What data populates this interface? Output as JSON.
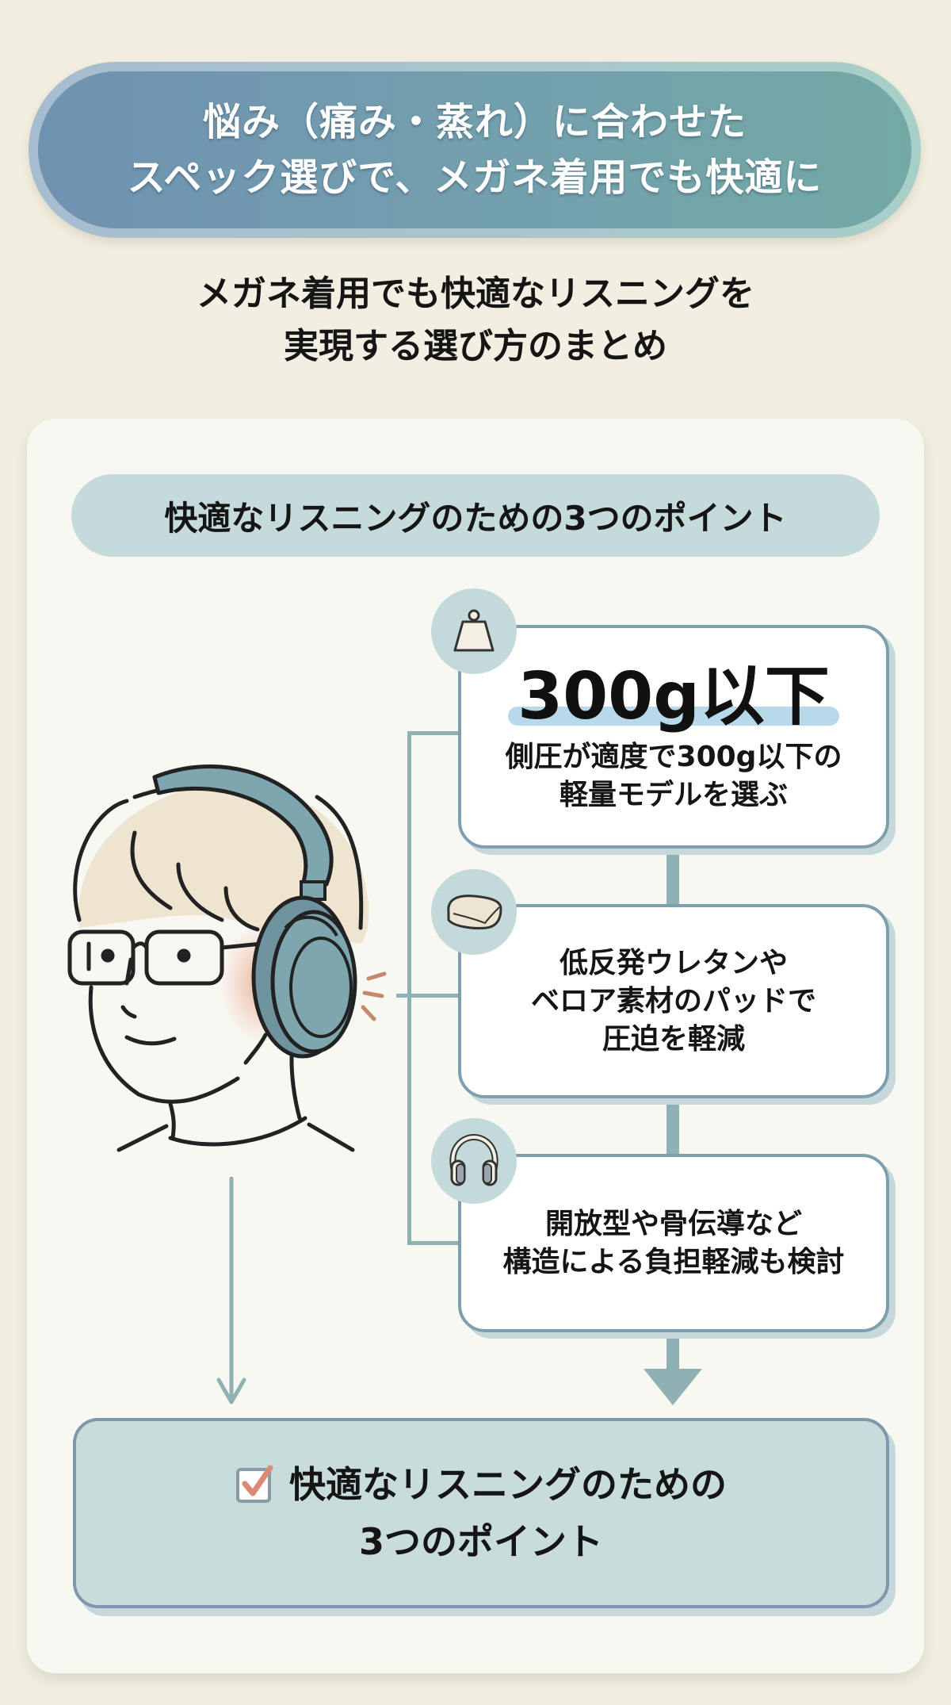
{
  "header": {
    "title_lines": [
      "悩み（痛み・蒸れ）に合わせた",
      "スペック選びで、メガネ着用でも快適に"
    ]
  },
  "subtitle": {
    "lines": [
      "メガネ着用でも快適なリスニングを",
      "実現する選び方のまとめ"
    ]
  },
  "section": {
    "header_label": "快適なリスニングのための3つのポイント"
  },
  "illustration": {
    "subject": "person-with-glasses-wearing-headphones",
    "pressure_highlight_color": "#e9a58c"
  },
  "points": [
    {
      "icon": "weight-icon",
      "highlight_value": "300g以下",
      "lines": [
        "側圧が適度で300g以下の",
        "軽量モデルを選ぶ"
      ]
    },
    {
      "icon": "cushion-pad-icon",
      "lines": [
        "低反発ウレタンや",
        "ベロア素材のパッドで",
        "圧迫を軽減"
      ]
    },
    {
      "icon": "headphones-icon",
      "lines": [
        "開放型や骨伝導など",
        "構造による負担軽減も検討"
      ]
    }
  ],
  "summary": {
    "icon": "checkbox-checked-icon",
    "lines": [
      "快適なリスニングのための",
      "3つのポイント"
    ]
  },
  "colors": {
    "background": "#f2eee1",
    "card": "#f8f8f2",
    "title_gradient_start": "#6f92b1",
    "title_gradient_end": "#73a9a5",
    "accent_teal": "#8fb1b4",
    "badge": "#c4d9da",
    "box_border": "#7e9fae",
    "highlight_bar": "#b8d9ea",
    "check_mark": "#d98a72"
  }
}
